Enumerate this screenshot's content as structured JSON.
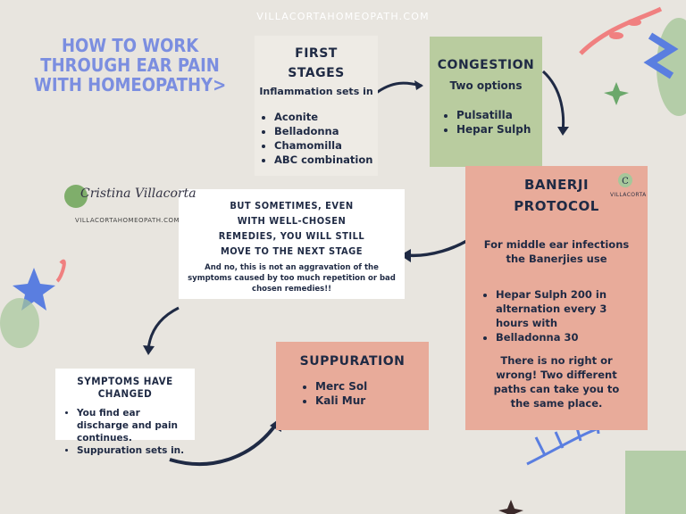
{
  "site": "VILLACORTAHOMEOPATH.COM",
  "title": "HOW TO WORK\nTHROUGH EAR PAIN\nWITH HOMEOPATHY>",
  "first_stages": {
    "heading_line1": "FIRST",
    "heading_line2": "STAGES",
    "subtitle": "Inflammation sets in",
    "items": [
      "Aconite",
      "Belladonna",
      "Chamomilla",
      "ABC combination"
    ]
  },
  "congestion": {
    "heading": "CONGESTION",
    "subtitle": "Two options",
    "items": [
      "Pulsatilla",
      "Hepar Sulph"
    ]
  },
  "banerji": {
    "heading_line1": "BANERJI",
    "heading_line2": "PROTOCOL",
    "intro": "For middle ear infections the Banerjies use",
    "items": [
      "Hepar Sulph 200 in alternation every 3 hours with",
      "Belladonna 30"
    ],
    "note": "There is no right or wrong! Two different paths can take you to the same place."
  },
  "sometimes": {
    "heading": "BUT SOMETIMES, EVEN WITH WELL-CHOSEN REMEDIES, YOU WILL STILL MOVE TO THE NEXT STAGE",
    "note": "And no, this is not an aggravation of the symptoms caused by too much repetition or bad chosen remedies!!"
  },
  "symptoms": {
    "heading": "SYMPTOMS HAVE CHANGED",
    "items": [
      "You find ear discharge and pain continues.",
      "Suppuration sets in."
    ]
  },
  "suppuration": {
    "heading": "SUPPURATION",
    "items": [
      "Merc Sol",
      "Kali Mur"
    ]
  },
  "signature": {
    "name": "Cristina Villacorta",
    "site": "VILLACORTAHOMEOPATH.COM"
  },
  "logo": {
    "text": "VILLACORTA"
  },
  "colors": {
    "background": "#e8e5df",
    "title": "#7b8ee0",
    "green_box": "#b9cc9f",
    "salmon_box": "#e8ab9a",
    "navy": "#1f2a44"
  }
}
